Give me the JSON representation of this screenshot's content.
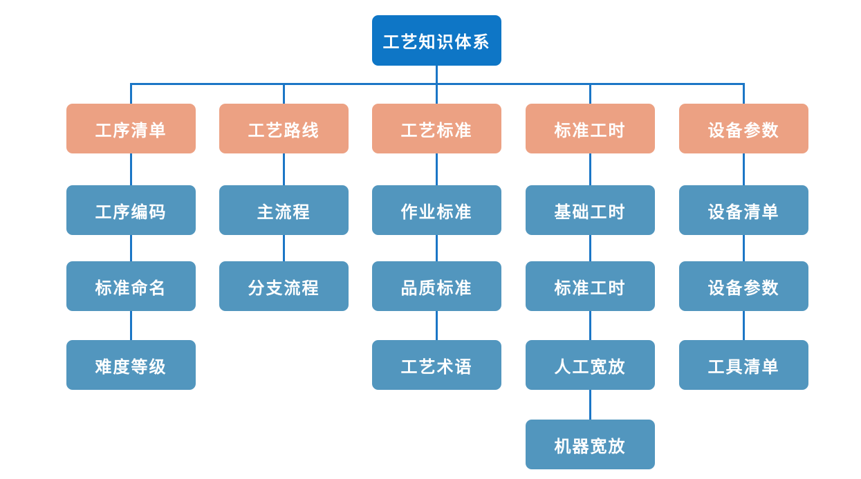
{
  "diagram": {
    "type": "org-tree",
    "root": {
      "label": "工艺知识体系"
    },
    "branches": [
      {
        "label": "工序清单",
        "children": [
          {
            "label": "工序编码"
          },
          {
            "label": "标准命名"
          },
          {
            "label": "难度等级"
          }
        ]
      },
      {
        "label": "工艺路线",
        "children": [
          {
            "label": "主流程"
          },
          {
            "label": "分支流程"
          }
        ]
      },
      {
        "label": "工艺标准",
        "children": [
          {
            "label": "作业标准"
          },
          {
            "label": "品质标准"
          },
          {
            "label": "工艺术语"
          }
        ]
      },
      {
        "label": "标准工时",
        "children": [
          {
            "label": "基础工时"
          },
          {
            "label": "标准工时"
          },
          {
            "label": "人工宽放"
          },
          {
            "label": "机器宽放"
          }
        ]
      },
      {
        "label": "设备参数",
        "children": [
          {
            "label": "设备清单"
          },
          {
            "label": "设备参数"
          },
          {
            "label": "工具清单"
          }
        ]
      }
    ],
    "colors": {
      "root_fill": "#0e76c6",
      "branch_fill": "#eca183",
      "child_fill": "#5296be",
      "connector": "#1b76c6",
      "text": "#ffffff",
      "background": "#ffffff"
    }
  }
}
